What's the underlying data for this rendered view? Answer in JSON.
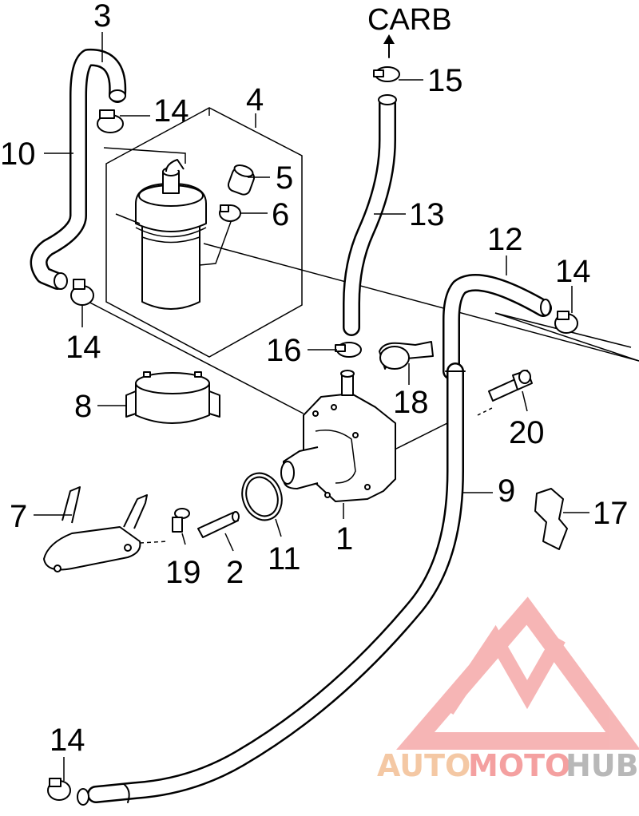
{
  "diagram": {
    "destination_label": "CARB",
    "callouts": [
      {
        "id": "1",
        "text": "1"
      },
      {
        "id": "2",
        "text": "2"
      },
      {
        "id": "3",
        "text": "3"
      },
      {
        "id": "4",
        "text": "4"
      },
      {
        "id": "5",
        "text": "5"
      },
      {
        "id": "6",
        "text": "6"
      },
      {
        "id": "7",
        "text": "7"
      },
      {
        "id": "8",
        "text": "8"
      },
      {
        "id": "9",
        "text": "9"
      },
      {
        "id": "10",
        "text": "10"
      },
      {
        "id": "11",
        "text": "11"
      },
      {
        "id": "12",
        "text": "12"
      },
      {
        "id": "13",
        "text": "13"
      },
      {
        "id": "14a",
        "text": "14"
      },
      {
        "id": "14b",
        "text": "14"
      },
      {
        "id": "14c",
        "text": "14"
      },
      {
        "id": "14d",
        "text": "14"
      },
      {
        "id": "15",
        "text": "15"
      },
      {
        "id": "16",
        "text": "16"
      },
      {
        "id": "17",
        "text": "17"
      },
      {
        "id": "18",
        "text": "18"
      },
      {
        "id": "19",
        "text": "19"
      },
      {
        "id": "20",
        "text": "20"
      }
    ]
  },
  "watermark": {
    "part1": "AUTO",
    "part2": "MOTO",
    "part3": "HUB",
    "color_auto": "#f4c8a4",
    "color_moto": "#f4a0a0",
    "color_hub": "#b8b8b8"
  }
}
